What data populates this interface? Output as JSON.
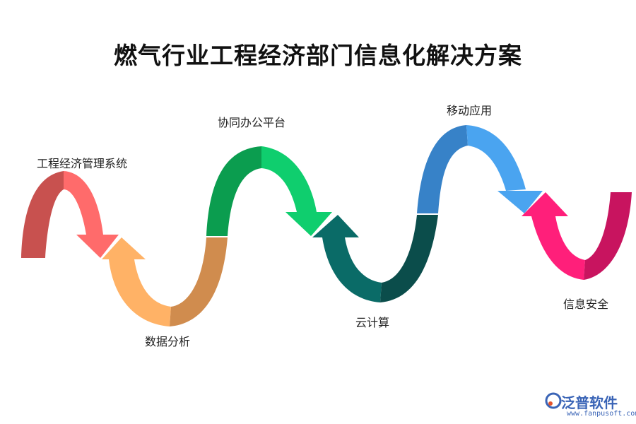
{
  "title": "燃气行业工程经济部门信息化解决方案",
  "steps": [
    {
      "label": "工程经济管理系统",
      "color_light": "#ff6b6b",
      "color_dark": "#c8514f"
    },
    {
      "label": "数据分析",
      "color_light": "#ffb266",
      "color_dark": "#d08c4e"
    },
    {
      "label": "协同办公平台",
      "color_light": "#0fce6e",
      "color_dark": "#0b9d4f"
    },
    {
      "label": "云计算",
      "color_light": "#0a6b67",
      "color_dark": "#0b4d4b"
    },
    {
      "label": "移动应用",
      "color_light": "#4aa4f0",
      "color_dark": "#3782c8"
    },
    {
      "label": "信息安全",
      "color_light": "#ff1f7a",
      "color_dark": "#c8145f"
    }
  ],
  "logo": {
    "name": "泛普软件",
    "url": "www.fanpusoft.com",
    "color": "#3a64b6"
  }
}
